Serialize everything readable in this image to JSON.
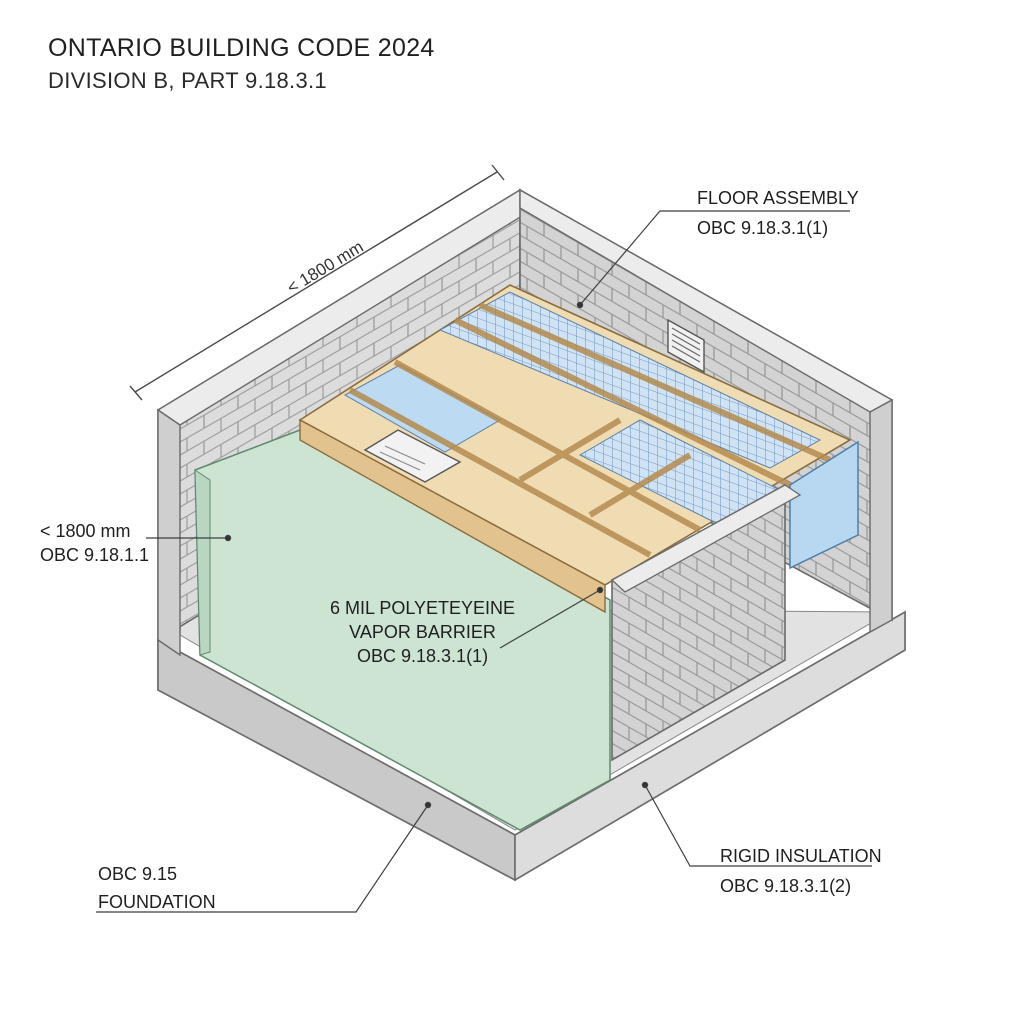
{
  "header": {
    "title": "ONTARIO BUILDING CODE 2024",
    "subtitle": "DIVISION B, PART 9.18.3.1"
  },
  "dimension": {
    "top_label": "< 1800 mm"
  },
  "labels": {
    "floor_assembly": {
      "line1": "FLOOR ASSEMBLY",
      "line2": "OBC 9.18.3.1(1)"
    },
    "clearance": {
      "line1": "< 1800 mm",
      "line2": "OBC 9.18.1.1"
    },
    "vapor_barrier": {
      "line1": "6 MIL POLYETEYEINE",
      "line2": "VAPOR BARRIER",
      "line3": "OBC 9.18.3.1(1)"
    },
    "rigid_insulation": {
      "line1": "RIGID INSULATION",
      "line2": "OBC 9.18.3.1(2)"
    },
    "foundation": {
      "line1": "OBC 9.15",
      "line2": "FOUNDATION"
    }
  },
  "colors": {
    "block_face": "#d9d9d9",
    "block_top": "#e8e8e8",
    "vapor_barrier": "#cfe5d5",
    "lumber": "#ead3a6",
    "insulation_panel": "#bcd9f0",
    "mesh": "#7ea7cf"
  },
  "icons": {
    "vent": "wall-vent-icon",
    "hatch": "access-hatch-icon"
  }
}
